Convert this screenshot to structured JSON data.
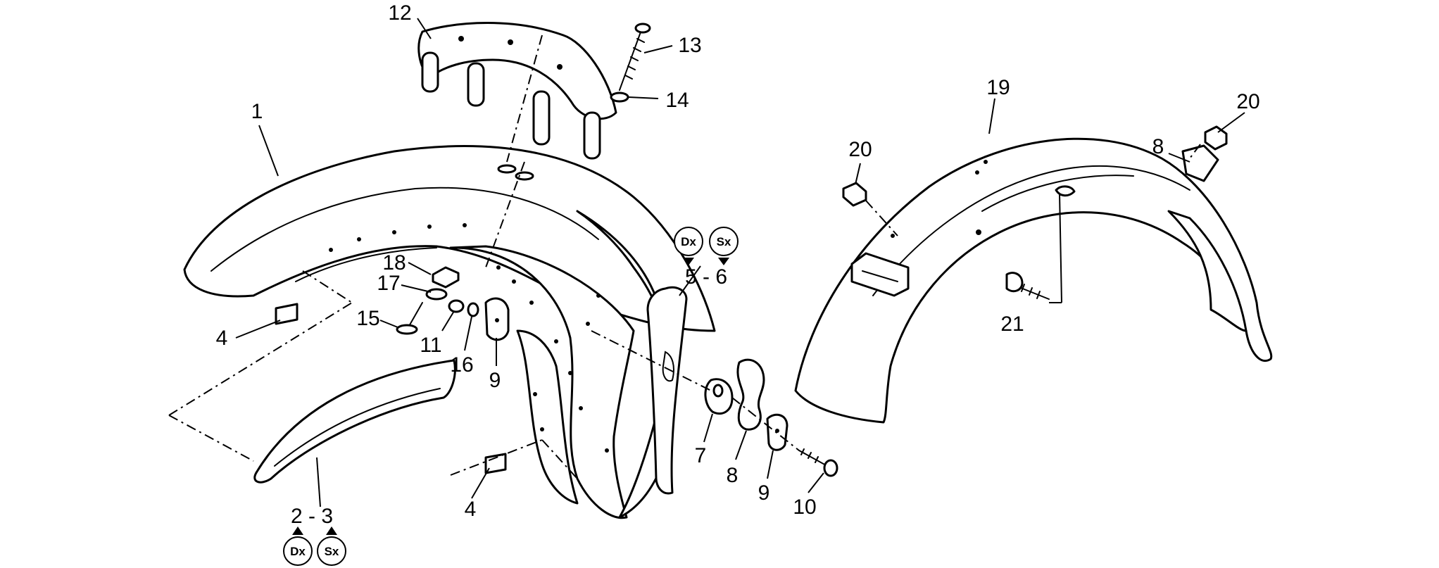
{
  "callouts": {
    "c1": "1",
    "c2_3": "2 - 3",
    "c4a": "4",
    "c4b": "4",
    "c5_6": "5 - 6",
    "c7": "7",
    "c8a": "8",
    "c8b": "8",
    "c9a": "9",
    "c9b": "9",
    "c10": "10",
    "c11": "11",
    "c12": "12",
    "c13": "13",
    "c14": "14",
    "c15": "15",
    "c16": "16",
    "c17": "17",
    "c18": "18",
    "c19": "19",
    "c20a": "20",
    "c20b": "20",
    "c21": "21"
  },
  "badges": {
    "dx_top": "Dx",
    "sx_top": "Sx",
    "dx_bottom": "Dx",
    "sx_bottom": "Sx"
  }
}
